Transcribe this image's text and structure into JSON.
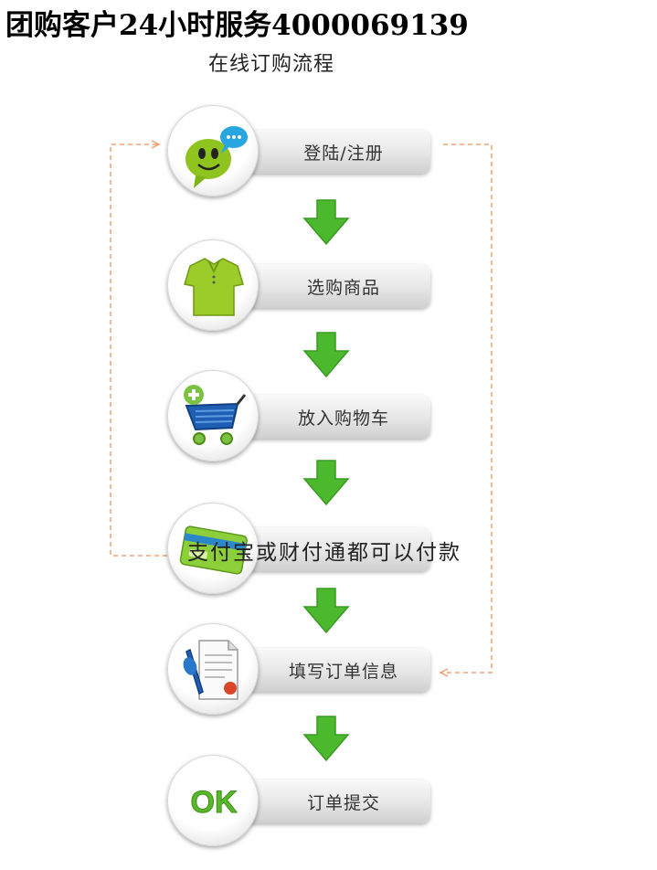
{
  "header": {
    "headline": "团购客户24小时服务4000069139",
    "subtitle": "在线订购流程"
  },
  "steps": [
    {
      "label": "登陆/注册",
      "icon": "chat-face-icon"
    },
    {
      "label": "选购商品",
      "icon": "polo-shirt-icon"
    },
    {
      "label": "放入购物车",
      "icon": "shopping-cart-icon"
    },
    {
      "label": "",
      "icon": "credit-card-icon"
    },
    {
      "label": "填写订单信息",
      "icon": "document-pen-icon"
    },
    {
      "label": "订单提交",
      "icon": "ok-badge-icon"
    }
  ],
  "overlay_text": "支付宝或财付通都可以付款",
  "ok_text": "OK",
  "colors": {
    "arrow_green": "#4cb82e",
    "connector_orange": "#f0a070",
    "face_green": "#8fc31f"
  }
}
